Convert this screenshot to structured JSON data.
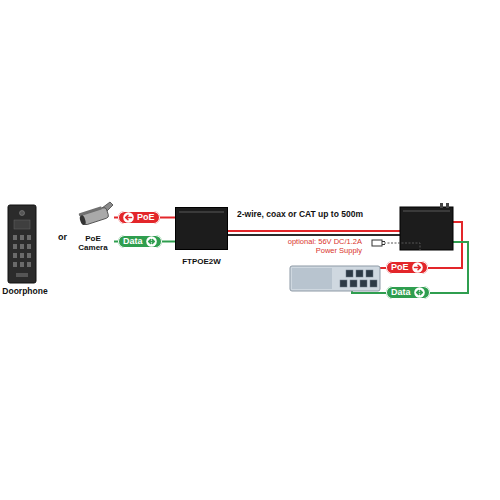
{
  "diagram": {
    "nodes": [
      {
        "text": [
          "Doorphone"
        ]
      },
      {
        "text": [
          "PoE Camera"
        ]
      },
      {
        "text": [
          "FTPOE2W"
        ]
      },
      {
        "text": [
          "PoE"
        ]
      },
      {
        "text": [
          "Data"
        ]
      },
      {
        "text": [
          "PoE"
        ]
      },
      {
        "text": [
          "Data"
        ]
      }
    ],
    "edges": [
      {
        "from": 3,
        "to": 1,
        "arrow": "none"
      },
      {
        "from": 2,
        "to": 3,
        "arrow": "none"
      },
      {
        "from": 4,
        "to": 1,
        "arrow": "none"
      },
      {
        "from": 2,
        "to": 4,
        "arrow": "none"
      }
    ],
    "labels": [
      "or",
      "2-wire, coax or CAT up to 500m",
      "optional: 56V DC/1.2A Power Supply"
    ]
  }
}
